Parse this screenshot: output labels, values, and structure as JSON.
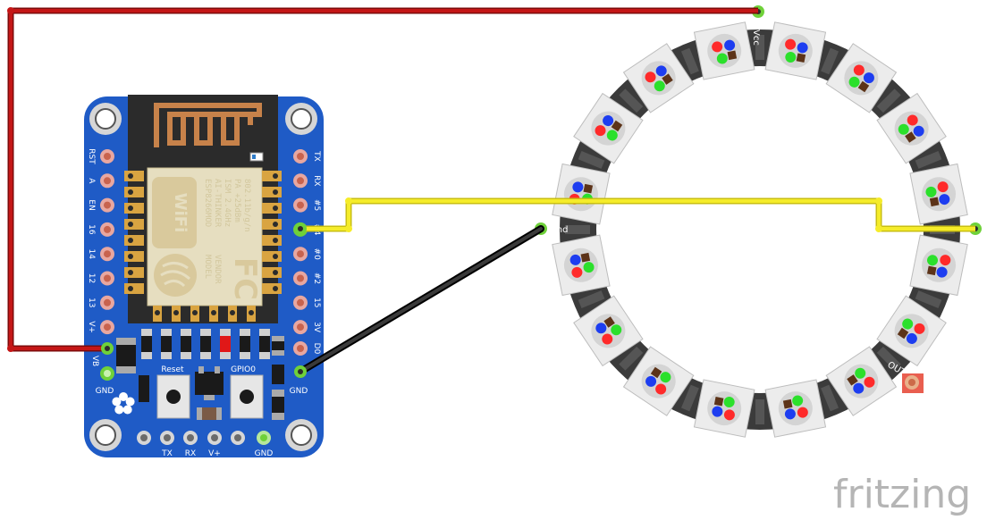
{
  "board": {
    "left_pins": [
      "RST",
      "A",
      "EN",
      "16",
      "14",
      "12",
      "13",
      "V+"
    ],
    "right_pins": [
      "TX",
      "RX",
      "#5",
      "#4",
      "#0",
      "#2",
      "15",
      "3V"
    ],
    "left_labels": [
      "VB",
      "GND"
    ],
    "right_labels": [
      "D0",
      "GND"
    ],
    "bottom_labels": [
      "TX",
      "RX",
      "V+",
      "GND"
    ],
    "buttons": [
      "Reset",
      "GPIO0"
    ],
    "colors": {
      "pcb": "#1f5bc6",
      "pad": "#d9a441",
      "header": "#e8a7a0"
    }
  },
  "module": {
    "lines": [
      "ESP8266MOD",
      "AI-THINKER",
      "ISM 2.4GHz",
      "PA +25dBm",
      "802.11b/g/n"
    ],
    "side_lines": [
      "MODEL",
      "VENDOR"
    ],
    "wifi_logo": "WiFi",
    "fcc_logo": "FC"
  },
  "ring": {
    "pixel_count": 16,
    "labels": {
      "vcc": "Vcc",
      "gnd": "Gnd",
      "out": "OUT"
    },
    "colors": {
      "body": "#3b3b3b",
      "pixel": "#ececec"
    }
  },
  "wires": [
    {
      "name": "vcc-wire",
      "color": "#b30f0f"
    },
    {
      "name": "data-wire",
      "color": "#f0e61c"
    },
    {
      "name": "gnd-wire",
      "color": "#1a1a1a"
    }
  ],
  "watermark": "fritzing"
}
